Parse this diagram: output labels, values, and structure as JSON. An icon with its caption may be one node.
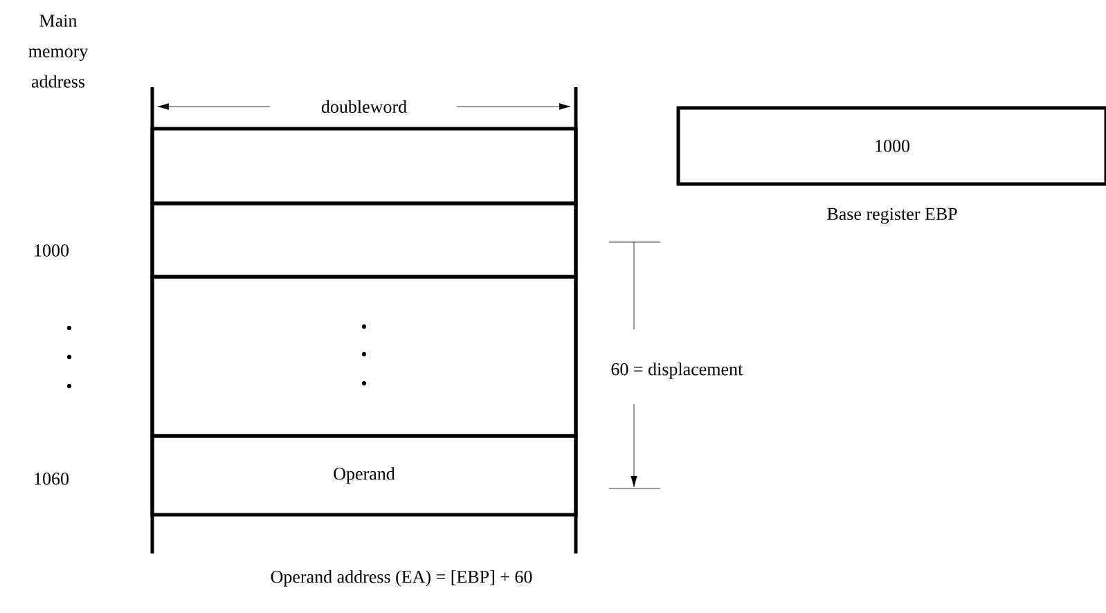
{
  "diagram": {
    "nodes": [
      {
        "text": [],
        "shape": "box"
      },
      {
        "text": [],
        "shape": "box"
      },
      {
        "text": [],
        "shape": "box"
      },
      {
        "text": [
          "Operand"
        ]
      },
      {
        "text": [
          "1000"
        ],
        "beside": [
          "Base register EBP"
        ]
      }
    ],
    "labels": [
      "Main memory address",
      "doubleword",
      "1000",
      "60 = displacement",
      "1060",
      "Operand address (EA) = [EBP] + 60"
    ]
  }
}
